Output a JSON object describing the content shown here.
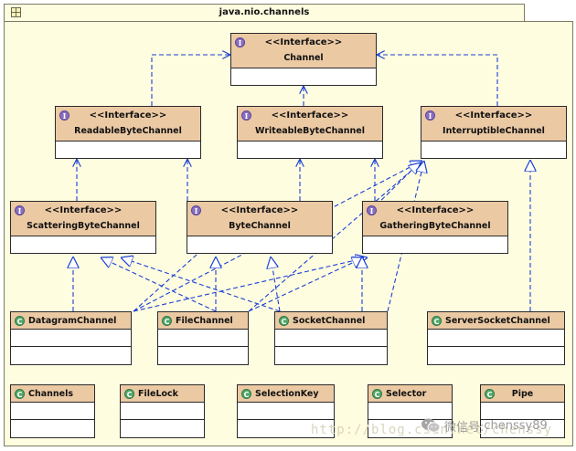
{
  "package": {
    "name": "java.nio.channels"
  },
  "stereotype": "<<Interface>>",
  "interfaces": {
    "channel": "Channel",
    "readable": "ReadableByteChannel",
    "writeable": "WriteableByteChannel",
    "interruptible": "InterruptibleChannel",
    "scattering": "ScatteringByteChannel",
    "bytechannel": "ByteChannel",
    "gathering": "GatheringByteChannel"
  },
  "classes": {
    "datagram": "DatagramChannel",
    "file": "FileChannel",
    "socket": "SocketChannel",
    "serversocket": "ServerSocketChannel",
    "channels": "Channels",
    "filelock": "FileLock",
    "selectionkey": "SelectionKey",
    "selector": "Selector",
    "pipe": "Pipe"
  },
  "badges": {
    "interface": "I",
    "class": "C"
  },
  "watermark": {
    "url": "http://blog.csdn.net/chenssy",
    "wechat_prefix": "微信号:",
    "wechat_id": "chenssy89"
  },
  "colors": {
    "header_fill": "#ebc9a3",
    "package_fill": "#fffde0",
    "connector": "#1a3fd4",
    "interface_badge": "#8a6ec2",
    "class_badge": "#52a86a"
  }
}
